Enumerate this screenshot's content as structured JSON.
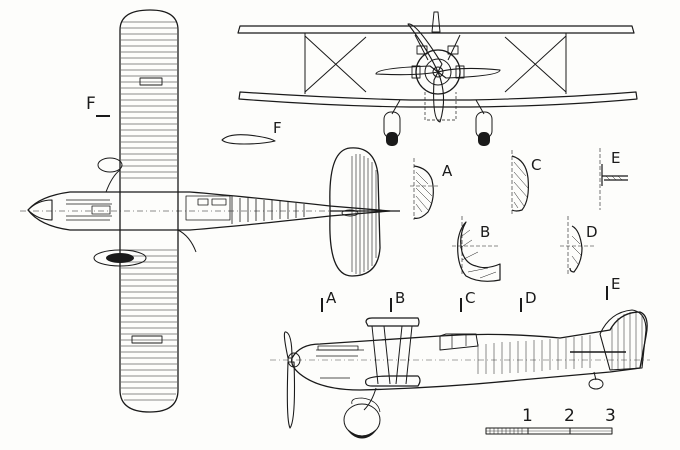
{
  "section_labels": {
    "a": "A",
    "b": "B",
    "c": "C",
    "d": "D",
    "e": "E",
    "f": "F"
  },
  "top_view_label": "F",
  "side_markers": [
    "A",
    "B",
    "C",
    "D",
    "E"
  ],
  "scale": {
    "marks": [
      "1",
      "2",
      "3"
    ]
  }
}
